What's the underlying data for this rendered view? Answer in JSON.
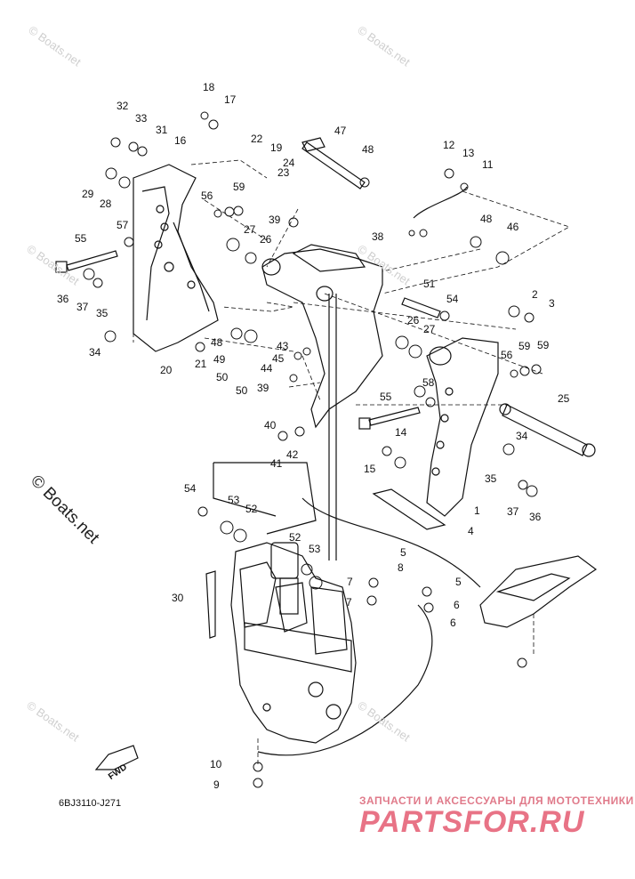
{
  "diagram_code": "6BJ3110-J271",
  "watermark": "© Boats.net",
  "promo_text": "ЗАПЧАСТИ И АКСЕССУАРЫ ДЛЯ МОТОТЕХНИКИ",
  "brand_text": "PARTSFOR.RU",
  "fwd_label": "FWD",
  "callouts": [
    "32",
    "33",
    "31",
    "16",
    "18",
    "17",
    "22",
    "19",
    "24",
    "23",
    "47",
    "48",
    "12",
    "13",
    "11",
    "29",
    "28",
    "56",
    "59",
    "27",
    "26",
    "39",
    "55",
    "57",
    "38",
    "48",
    "46",
    "36",
    "37",
    "35",
    "51",
    "54",
    "2",
    "3",
    "34",
    "20",
    "21",
    "48",
    "49",
    "50",
    "43",
    "45",
    "44",
    "50",
    "39",
    "26",
    "27",
    "56",
    "58",
    "59",
    "59",
    "25",
    "55",
    "14",
    "15",
    "34",
    "40",
    "41",
    "42",
    "35",
    "37",
    "36",
    "1",
    "4",
    "54",
    "53",
    "52",
    "52",
    "53",
    "5",
    "7",
    "8",
    "5",
    "7",
    "6",
    "6",
    "30",
    "10",
    "9"
  ],
  "colors": {
    "line": "#111111",
    "watermark": "#cfcfcf",
    "brand": "#e45b72"
  }
}
